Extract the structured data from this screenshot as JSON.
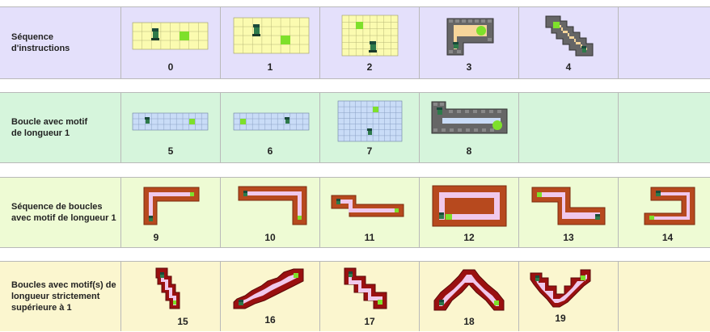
{
  "colors": {
    "band1": "#e4e0fb",
    "band2": "#d6f5dc",
    "band3": "#eefbd4",
    "band4": "#fbf6cf",
    "yellow_grid": "#fbfbb0",
    "blue_grid": "#c9dcf7",
    "stone": "#666666",
    "brick": "#b7491e",
    "dark_red": "#9a1010",
    "path_sand": "#f6d59a",
    "path_pink": "#f0c8ec",
    "target_green": "#7ee02b"
  },
  "rows": [
    {
      "label": "Séquence d'instructions",
      "cells": [
        {
          "num": "0",
          "icon": "yellow-grid-maze"
        },
        {
          "num": "1",
          "icon": "yellow-grid-maze"
        },
        {
          "num": "2",
          "icon": "yellow-grid-maze"
        },
        {
          "num": "3",
          "icon": "stone-path-maze"
        },
        {
          "num": "4",
          "icon": "stone-path-maze"
        },
        {
          "num": "",
          "icon": "empty"
        }
      ]
    },
    {
      "label": "Boucle avec motif de longueur 1",
      "cells": [
        {
          "num": "5",
          "icon": "blue-grid-maze"
        },
        {
          "num": "6",
          "icon": "blue-grid-maze"
        },
        {
          "num": "7",
          "icon": "blue-grid-maze"
        },
        {
          "num": "8",
          "icon": "stone-path-maze"
        },
        {
          "num": "",
          "icon": "empty"
        },
        {
          "num": "",
          "icon": "empty"
        }
      ]
    },
    {
      "label": "Séquence de boucles avec motif de longueur 1",
      "cells": [
        {
          "num": "9",
          "icon": "brick-path-maze"
        },
        {
          "num": "10",
          "icon": "brick-path-maze"
        },
        {
          "num": "11",
          "icon": "brick-path-maze"
        },
        {
          "num": "12",
          "icon": "brick-path-maze"
        },
        {
          "num": "13",
          "icon": "brick-path-maze"
        },
        {
          "num": "14",
          "icon": "brick-path-maze"
        }
      ]
    },
    {
      "label": "Boucles avec motif(s) de longueur strictement supérieure à 1",
      "cells": [
        {
          "num": "15",
          "icon": "red-path-maze"
        },
        {
          "num": "16",
          "icon": "red-path-maze"
        },
        {
          "num": "17",
          "icon": "red-path-maze"
        },
        {
          "num": "18",
          "icon": "red-path-maze"
        },
        {
          "num": "19",
          "icon": "red-path-maze"
        },
        {
          "num": "",
          "icon": "empty"
        }
      ]
    }
  ]
}
